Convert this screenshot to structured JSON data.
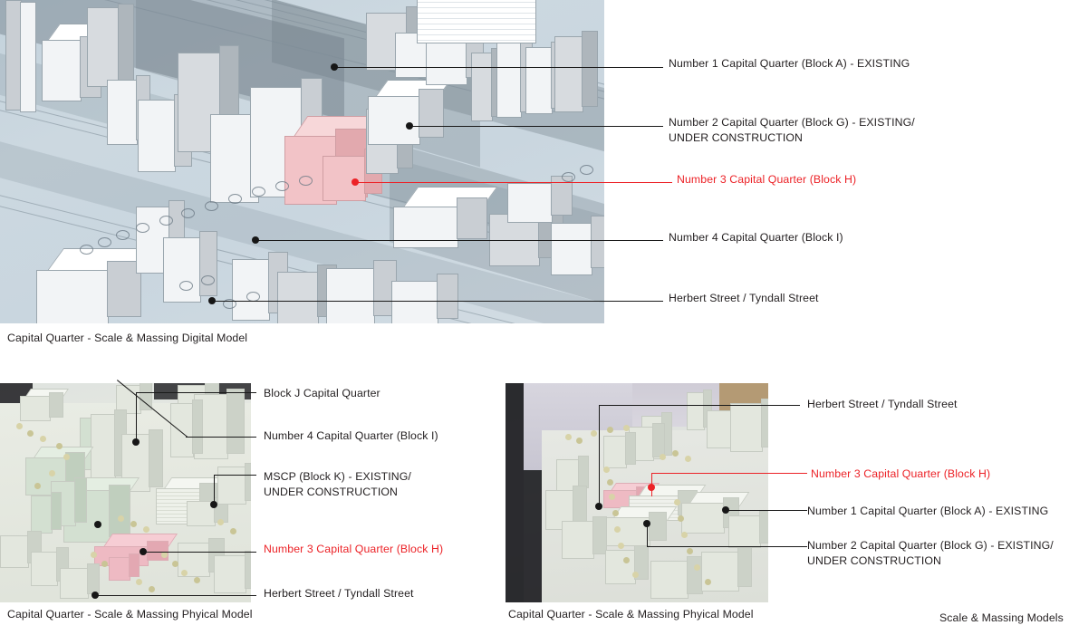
{
  "slide": {
    "footer_title": "Scale & Massing Models"
  },
  "digital_model": {
    "caption": "Capital Quarter  -  Scale & Massing Digital Model",
    "annotations": [
      {
        "id": "cq1",
        "label": "Number 1 Capital Quarter (Block A) -  EXISTING",
        "color": "#231f20"
      },
      {
        "id": "cq2",
        "label": "Number 2 Capital Quarter (Block G) -  EXISTING/\nUNDER CONSTRUCTION",
        "color": "#231f20"
      },
      {
        "id": "cq3",
        "label": "Number 3 Capital Quarter (Block H)",
        "color": "#ec2227"
      },
      {
        "id": "cq4",
        "label": "Number 4 Capital Quarter (Block I)",
        "color": "#231f20"
      },
      {
        "id": "street",
        "label": "Herbert Street / Tyndall Street",
        "color": "#231f20"
      }
    ]
  },
  "physical_model_left": {
    "caption": "Capital Quarter  - Scale & Massing Phyical Model",
    "annotations": [
      {
        "id": "blockj",
        "label": "Block J Capital Quarter",
        "color": "#231f20"
      },
      {
        "id": "cq4",
        "label": "Number 4 Capital Quarter (Block I)",
        "color": "#231f20"
      },
      {
        "id": "mscp",
        "label": "MSCP (Block K) -  EXISTING/\nUNDER CONSTRUCTION",
        "color": "#231f20"
      },
      {
        "id": "cq3",
        "label": "Number 3 Capital Quarter (Block H)",
        "color": "#ec2227"
      },
      {
        "id": "street",
        "label": "Herbert Street / Tyndall Street",
        "color": "#231f20"
      }
    ]
  },
  "physical_model_right": {
    "caption": "Capital Quarter  - Scale & Massing Phyical Model",
    "annotations": [
      {
        "id": "street",
        "label": "Herbert Street / Tyndall Street",
        "color": "#231f20"
      },
      {
        "id": "cq3",
        "label": "Number 3 Capital Quarter (Block H)",
        "color": "#ec2227"
      },
      {
        "id": "cq1",
        "label": "Number 1 Capital Quarter (Block A) -  EXISTING",
        "color": "#231f20"
      },
      {
        "id": "cq2",
        "label": "Number 2 Capital Quarter (Block G) -  EXISTING/\nUNDER CONSTRUCTION",
        "color": "#231f20"
      }
    ]
  },
  "colors": {
    "highlight_red": "#ec2227",
    "body_text": "#231f20",
    "highlight_block_pink": "#f2c3c7"
  }
}
